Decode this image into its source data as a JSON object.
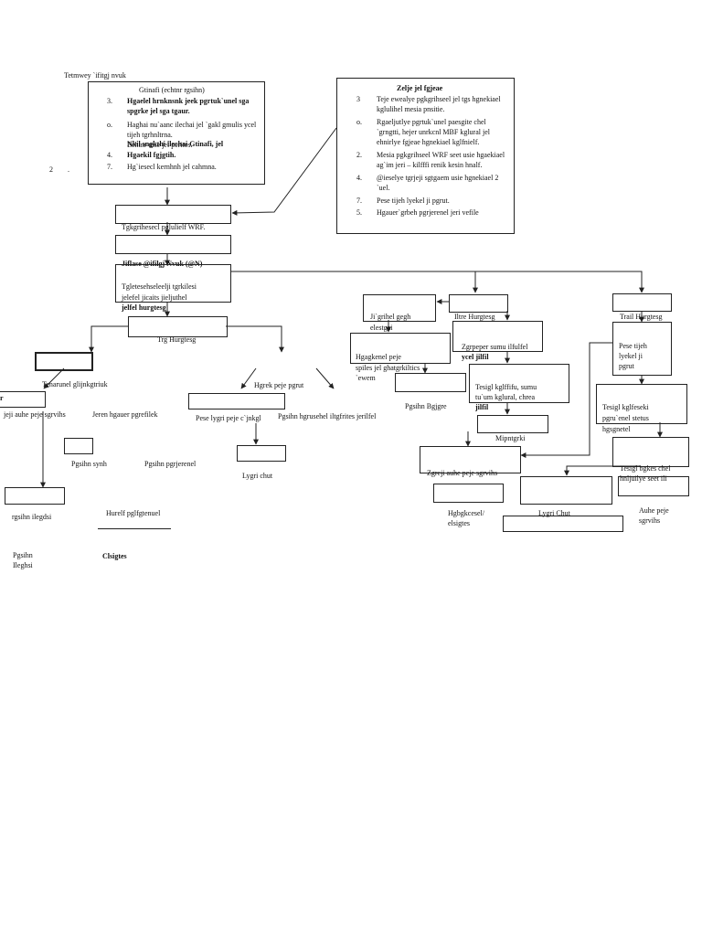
{
  "colors": {
    "line": "#222222",
    "text": "#111111",
    "background": "#ffffff"
  },
  "diagram_title": "Tetmwey `ifitgj nvuk",
  "left_panel": {
    "heading": "Gtinafi (echtnr rgsihn)",
    "steps": [
      {
        "num": "3.",
        "text": "Hgaelel hrnknsnk jeek pgrtuk`unel sga spgrke jel sga tgaur."
      },
      {
        "num": "o.",
        "text": "Haghai nu`aanc ilechai jel `gakl gmulis ycel tijeh tgrhnltrna."
      },
      {
        "num": "",
        "text": "Echtnr usie jel perites."
      },
      {
        "num": "4.",
        "text": "Hgaekil fgjgtih."
      },
      {
        "num": "7.",
        "text": "Hg`iesecl kernhnh jel cahmna."
      }
    ],
    "overlay": "Nkil sngkthi ilechai Gtinafi, jel",
    "side_mark_a": "2",
    "side_mark_b": "."
  },
  "right_panel": {
    "heading": "Zelje jel fgjeae",
    "steps": [
      {
        "num": "3",
        "text": "Teje ewealye pgkgrihseel jel tgs hgnekiael kglulihel mesia pnsitie."
      },
      {
        "num": "o.",
        "text": "Rgaeljutlye pgrtuk`unel paesgite chel `grngtti, hejer unrkcnl MBF kglural jel ehnirlye fgjeae hgnekiael kglfnielf."
      },
      {
        "num": "2.",
        "text": "Mesia pgkgrihseel WRF seet usie hgaekiael ag`im jeri – kilfffi renik kesin hnalf."
      },
      {
        "num": "4.",
        "text": "@ieselye tgrjeji sgtgaem usie hgnekiael 2 `uel."
      },
      {
        "num": "7.",
        "text": "Pese tijeh lyekel ji pgrut."
      },
      {
        "num": "5.",
        "text": "Hgauer`grbeh pgrjerenel jeri vefile"
      }
    ]
  },
  "flow": {
    "step1_label": "Tgkgrihesecl pglulielf WRF.",
    "main_heading": "Jiflase @ifilgj Nvuk (@N)",
    "main_desc_1": "Tgletesehseleelji tgrkilesi",
    "main_desc_2": "jelefel jicaits jieljuthel",
    "main_desc_3": "jelfel hurgtesg"
  },
  "left_branch": {
    "trg": "Trg Hurgtesg",
    "tenarunel": "Tenarunel glijnkgtriuk",
    "jeji": "jeji auhe peje sgrvihs",
    "jeren": "Jeren hgauer pgrefilek",
    "pgsihn_synh": "Pgsihn synh",
    "pgsihn_pgr": "Pgsihn pgrjerenel",
    "rgsihn": "rgsihn ilegdsi",
    "hurelf": "Hurelf pglfgtenuel",
    "pgsihn_ileghsi_1": "Pgsihn",
    "pgsihn_ileghsi_2": "Ileghsi",
    "clsigtes": "Clsigtes"
  },
  "center_branch": {
    "hgrek": "Hgrek peje pgrut",
    "pese": "Pese lygri peje c`jnkgl",
    "lygri_chut": "Lygri chut",
    "pgsihn_hgr": "Pgsihn hgrusehel iltgfrites jerilfel"
  },
  "right_branch": {
    "ji_grihel": "Ji`grihel gegh",
    "elestgai": "elestgai",
    "iltre": "Iltre Hurgtesg",
    "hgagkenel": "Hgagkenel peje",
    "spiles": "spiles jel ghatgrkiltics",
    "ewem": "`ewem",
    "pgsihn_bgjgre": "Pgsihn Bgjgre",
    "zgrpeper_1": "Zgrpeper sumu ilfulfel",
    "zgrpeper_2": "ycel jilfil",
    "tesigl_1": "Tesigl kglffifu, sumu",
    "tesigl_2": "tu`um kglural, chrea",
    "tesigl_3": "jilfil",
    "mipntgrki": "Mipntgrki",
    "zgrcji": "Zgrcji auhe peje sgrvihs",
    "hgbgkcesel_1": "Hgbgkcesel/",
    "hgbgkcesel_2": "elsigtes",
    "lygri_chut": "Lygri Chut"
  },
  "far_right": {
    "trail": "Trail Hurgtesg",
    "pese_1": "Pese tijeh",
    "pese_2": "lyekel ji",
    "pese_3": "pgrut",
    "tesigl_1": "Tesigl kglfeseki",
    "tesigl_2": "pgru`enel stetus",
    "hgsgnetel": "hgsgnetel",
    "tesigl_bgkes_1": "Tesigl bgkes chel",
    "tesigl_bgkes_2": "hnljuilye seet ili",
    "auhe_1": "Auhe peje",
    "auhe_2": "sgrvihs"
  },
  "fragment_left": "r"
}
